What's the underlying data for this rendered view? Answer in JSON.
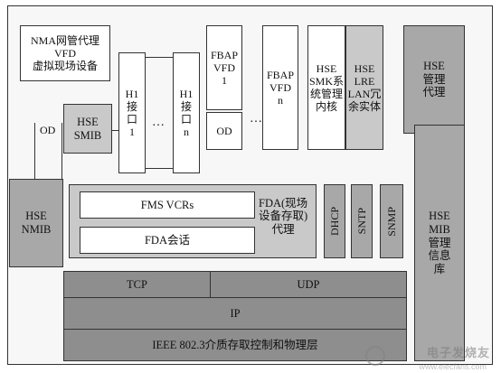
{
  "nma": "NMA网管代理\nVFD\n虚拟现场设备",
  "od_left": "OD",
  "smib": "HSE\nSMIB",
  "h1_1": "H1\n接\n口\n1",
  "h1_n": "H1\n接\n口\nn",
  "dots1": "…",
  "fbap1": "FBAP\nVFD\n1",
  "od_mid": "OD",
  "dots2": "…",
  "fbapn": "FBAP\nVFD\nn",
  "smk": "HSE\nSMK系\n统管理\n内核",
  "lre": "HSE\nLRE\nLAN冗\n余实体",
  "mgmt_agent": "HSE\n管理\n代理",
  "nmib": "HSE\nNMIB",
  "fms_vcrs": "FMS VCRs",
  "fda_session": "FDA会话",
  "fda": "FDA(现场\n设备存取)\n代理",
  "dhcp": "DHCP",
  "sntp": "SNTP",
  "snmp": "SNMP",
  "mib": "HSE\nMIB\n管理\n信息\n库",
  "tcp": "TCP",
  "udp": "UDP",
  "ip": "IP",
  "ieee": "IEEE 802.3介质存取控制和物理层",
  "watermark": "电子发烧友",
  "watermark_url": "www.elecfans.com"
}
